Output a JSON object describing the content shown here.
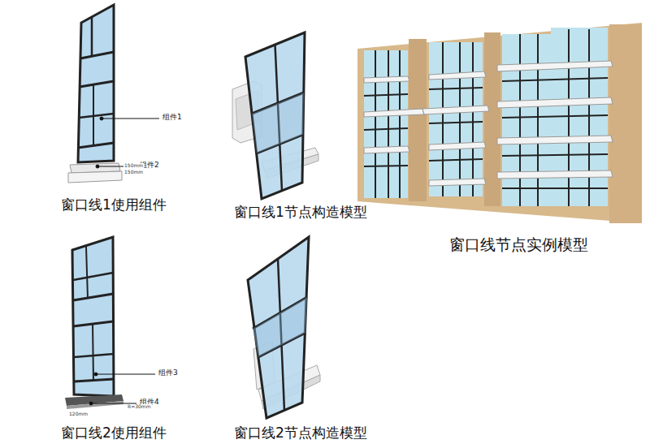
{
  "diagram": {
    "labels": [
      "组件1",
      "组件2",
      "150mm",
      "150mm",
      "组件3",
      "组件4",
      "R=30mm",
      "120mm",
      "窗口线1使用组件",
      "窗口线1节点构造模型",
      "窗口线节点实例模型",
      "窗口线2使用组件",
      "窗口线2节点构造模型"
    ]
  }
}
